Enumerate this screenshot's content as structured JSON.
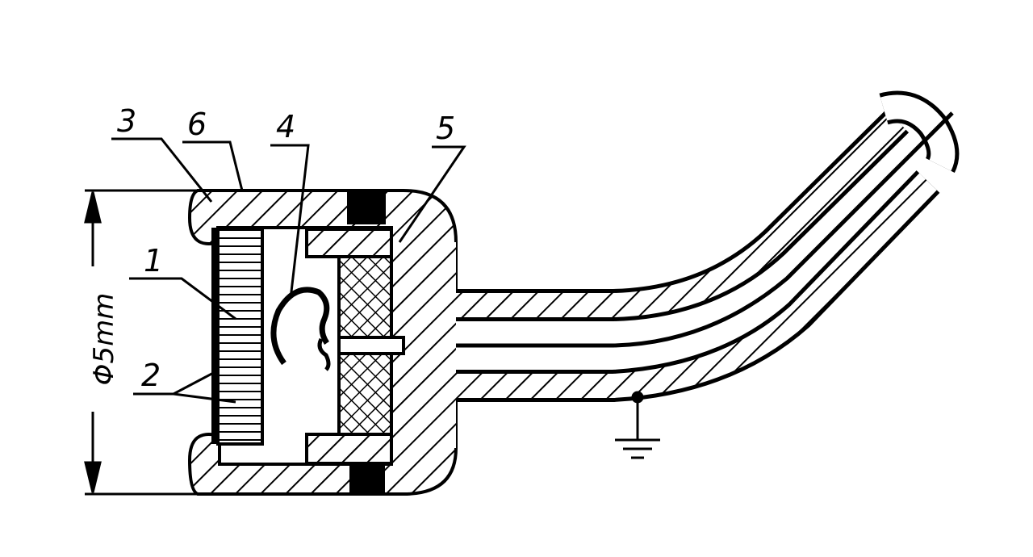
{
  "labels": {
    "part_1": "1",
    "part_2": "2",
    "part_3": "3",
    "part_4": "4",
    "part_5": "5",
    "part_6": "6"
  },
  "dimension": "Φ5mm",
  "colors": {
    "ink": "#000000",
    "paper": "#ffffff"
  }
}
